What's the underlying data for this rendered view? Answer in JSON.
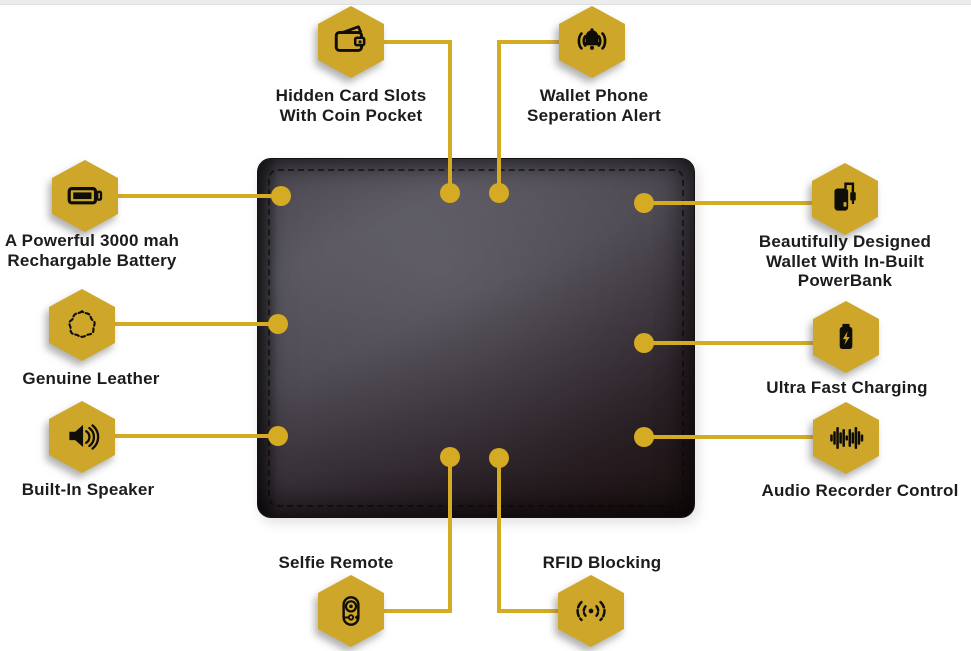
{
  "colors": {
    "hexagon_gold": "#cda62a",
    "connector_gold": "#d4ab22",
    "label_text": "#1c1c1c",
    "wallet_leather_dark": "#2a2126",
    "background": "#ffffff",
    "top_strip": "#ececec"
  },
  "features": [
    {
      "id": "hidden-card-slots",
      "icon": "wallet-icon",
      "lines": [
        "Hidden Card Slots",
        "With Coin Pocket"
      ]
    },
    {
      "id": "phone-separation-alert",
      "icon": "alarm-bell-icon",
      "lines": [
        "Wallet Phone",
        "Seperation Alert"
      ]
    },
    {
      "id": "rechargeable-battery",
      "icon": "battery-icon",
      "lines": [
        "A Powerful 3000 mah",
        "Rechargable Battery"
      ]
    },
    {
      "id": "genuine-leather",
      "icon": "leather-hide-icon",
      "lines": [
        "Genuine Leather"
      ]
    },
    {
      "id": "built-in-speaker",
      "icon": "speaker-icon",
      "lines": [
        "Built-In Speaker"
      ]
    },
    {
      "id": "inbuilt-powerbank",
      "icon": "powerbank-cable-icon",
      "lines": [
        "Beautifully Designed",
        "Wallet With In-Built",
        "PowerBank"
      ]
    },
    {
      "id": "ultra-fast-charging",
      "icon": "charging-bolt-battery-icon",
      "lines": [
        "Ultra Fast Charging"
      ]
    },
    {
      "id": "audio-recorder-control",
      "icon": "audio-waveform-icon",
      "lines": [
        "Audio Recorder Control"
      ]
    },
    {
      "id": "selfie-remote",
      "icon": "selfie-remote-icon",
      "lines": [
        "Selfie Remote"
      ]
    },
    {
      "id": "rfid-blocking",
      "icon": "rfid-signal-icon",
      "lines": [
        "RFID Blocking"
      ]
    }
  ]
}
